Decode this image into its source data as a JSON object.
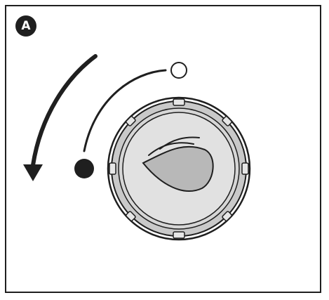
{
  "panel": {
    "label": "A"
  },
  "knob": {
    "icon": "flame-icon",
    "rotation_direction": "counter-clockwise",
    "start_position": "open-circle",
    "end_position": "filled-circle"
  },
  "colors": {
    "outline": "#1f1f1f",
    "knob_ring": "#c9c9c9",
    "knob_face": "#e1e1e1",
    "flame_fill": "#b8b8b8",
    "background": "#ffffff"
  }
}
